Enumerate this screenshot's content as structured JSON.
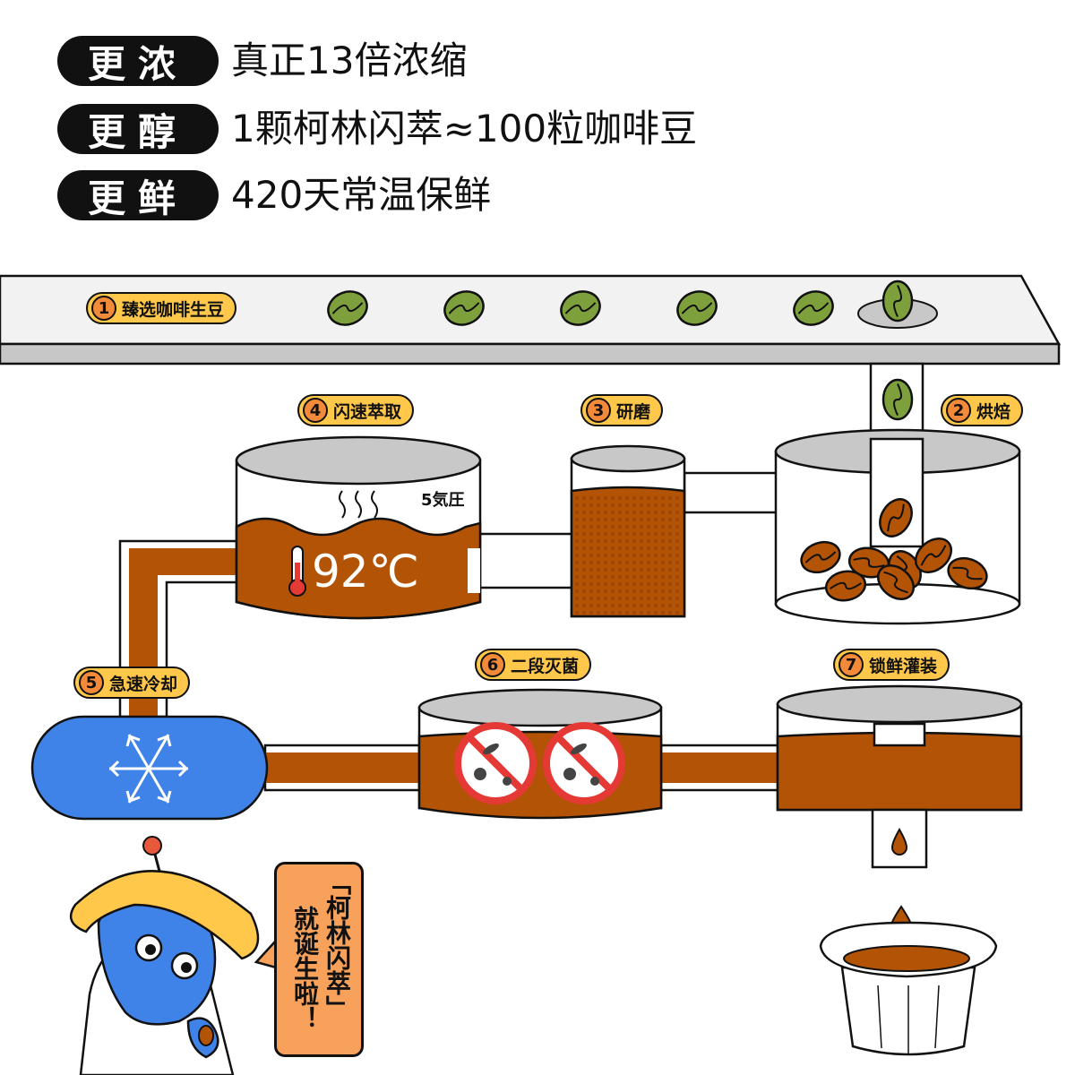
{
  "headline": [
    {
      "badge": "更浓",
      "text": "真正13倍浓缩"
    },
    {
      "badge": "更醇",
      "text": "1颗柯林闪萃≈100粒咖啡豆"
    },
    {
      "badge": "更鲜",
      "text": "420天常温保鲜"
    }
  ],
  "steps": [
    {
      "num": "1",
      "label": "臻选咖啡生豆"
    },
    {
      "num": "2",
      "label": "烘焙"
    },
    {
      "num": "3",
      "label": "研磨"
    },
    {
      "num": "4",
      "label": "闪速萃取"
    },
    {
      "num": "5",
      "label": "急速冷却"
    },
    {
      "num": "6",
      "label": "二段灭菌"
    },
    {
      "num": "7",
      "label": "锁鲜灌装"
    }
  ],
  "extraction": {
    "pressure": "5気圧",
    "temperature": "92℃"
  },
  "speech": {
    "line1": "「柯林闪萃」",
    "line2": "就诞生啦！"
  },
  "colors": {
    "coffee": "#b35306",
    "green_bean": "#7ea03c",
    "cooler": "#3f82e8",
    "badge": "#ffc84a",
    "number": "#f28a3a",
    "lid": "#c8c8c8"
  },
  "icons": [
    "green-coffee-bean-icon",
    "roasted-coffee-bean-icon",
    "thermometer-icon",
    "steam-icon",
    "snowflake-icon",
    "no-bacteria-icon",
    "coffee-drop-icon",
    "coffee-capsule-icon",
    "robot-mascot-icon"
  ]
}
